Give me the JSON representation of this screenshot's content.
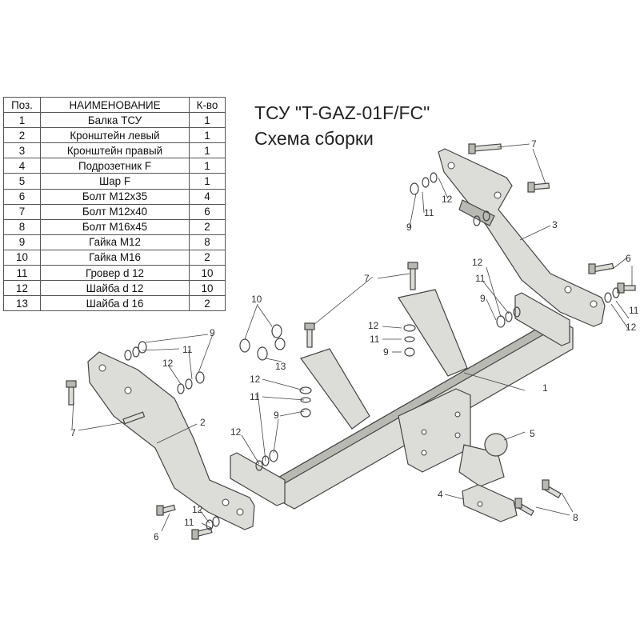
{
  "title": "ТСУ \"T-GAZ-01F/FC\"",
  "subtitle": "Схема сборки",
  "table": {
    "headers": [
      "Поз.",
      "НАИМЕНОВАНИЕ",
      "К-во"
    ],
    "rows": [
      [
        "1",
        "Балка ТСУ",
        "1"
      ],
      [
        "2",
        "Кронштейн левый",
        "1"
      ],
      [
        "3",
        "Кронштейн правый",
        "1"
      ],
      [
        "4",
        "Подрозетник F",
        "1"
      ],
      [
        "5",
        "Шар F",
        "1"
      ],
      [
        "6",
        "Болт М12х35",
        "4"
      ],
      [
        "7",
        "Болт М12х40",
        "6"
      ],
      [
        "8",
        "Болт М16х45",
        "2"
      ],
      [
        "9",
        "Гайка М12",
        "8"
      ],
      [
        "10",
        "Гайка  М16",
        "2"
      ],
      [
        "11",
        "Гровер d 12",
        "10"
      ],
      [
        "12",
        "Шайба d 12",
        "10"
      ],
      [
        "13",
        "Шайба d 16",
        "2"
      ]
    ]
  },
  "callouts": {
    "c1": "1",
    "c2": "2",
    "c3": "3",
    "c4": "4",
    "c5": "5",
    "c6a": "6",
    "c6b": "6",
    "c7a": "7",
    "c7b": "7",
    "c7c": "7",
    "c8": "8",
    "c9a": "9",
    "c9b": "9",
    "c9c": "9",
    "c9d": "9",
    "c9e": "9",
    "c10": "10",
    "c11a": "11",
    "c11b": "11",
    "c11c": "11",
    "c11d": "11",
    "c11e": "11",
    "c11f": "11",
    "c11g": "11",
    "c12a": "12",
    "c12b": "12",
    "c12c": "12",
    "c12d": "12",
    "c12e": "12",
    "c12f": "12",
    "c12g": "12",
    "c12h": "12",
    "c13": "13"
  }
}
